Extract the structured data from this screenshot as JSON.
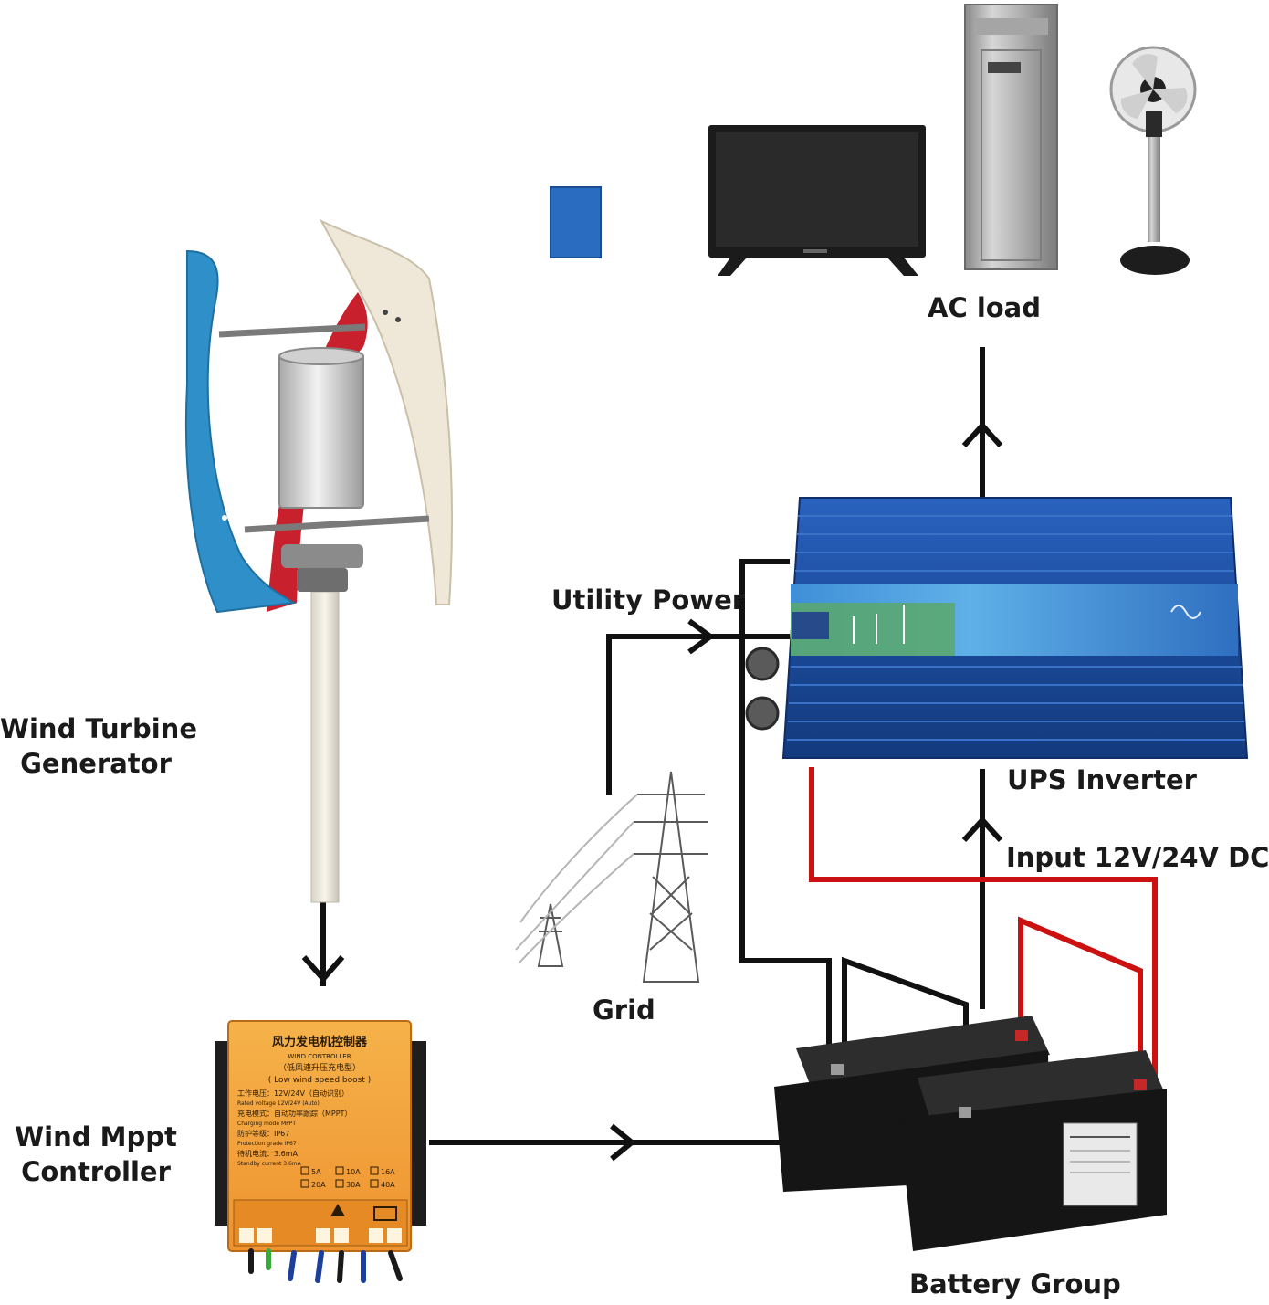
{
  "labels": {
    "ac_load": "AC load",
    "utility_power": "Utility Power",
    "wind_turbine_line1": "Wind Turbine",
    "wind_turbine_line2": "Generator",
    "ups_inverter": "UPS Inverter",
    "input_dc": "Input 12V/24V DC",
    "grid": "Grid",
    "controller_line1": "Wind Mppt",
    "controller_line2": "Controller",
    "battery_group": "Battery Group"
  },
  "controller_panel": {
    "title_cn": "风力发电机控制器",
    "subtitle": "WIND CONTROLLER",
    "boost_cn": "（低风速升压充电型）",
    "boost_en": "( Low wind speed boost )",
    "spec_voltage": "工作电压：12V/24V（自动识别）",
    "spec_voltage_en": "Rated voltage 12V/24V (Auto)",
    "spec_mode": "充电模式：自动功率跟踪（MPPT）",
    "spec_mode_en": "Charging mode MPPT",
    "spec_protect": "防护等级：IP67",
    "spec_protect_en": "Protection grade IP67",
    "spec_standby": "待机电流：3.6mA",
    "spec_standby_en": "Standby current 3.6mA",
    "current_options": [
      "5A",
      "10A",
      "16A",
      "20A",
      "30A",
      "40A"
    ]
  },
  "colors": {
    "wire_black": "#111111",
    "wire_red": "#cc1111",
    "inverter_blue": "#1f4fa0",
    "controller_orange": "#f2a03a",
    "blade_blue": "#2f8fc8",
    "blade_cream": "#efe8d8",
    "blade_red": "#c8202c"
  }
}
